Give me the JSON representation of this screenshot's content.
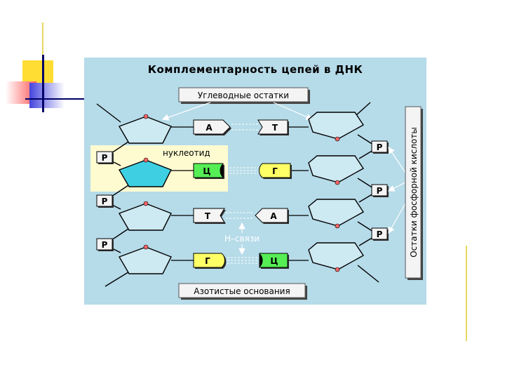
{
  "title": "Комплементарность цепей в ДНК",
  "labels": {
    "carbs": "Углеводные остатки",
    "nucleotide": "нуклеотид",
    "h_bonds": "Н–связи",
    "bases": "Азотистые основания",
    "phosphates": "Остатки фосфорной кислоты"
  },
  "left_bases": [
    "А",
    "Ц",
    "Т",
    "Г"
  ],
  "right_bases": [
    "Т",
    "Г",
    "А",
    "Ц"
  ],
  "left_phosphates": [
    "Р",
    "Р",
    "Р"
  ],
  "right_phosphates": [
    "Р",
    "Р",
    "Р"
  ],
  "colors": {
    "panel": "#b6dbe9",
    "sugar": "#cde9f2",
    "sugar_highlight": "#3ed0e2",
    "highlight_box": "#fffbd0",
    "base_yellow": "#ffff66",
    "base_green": "#55ee55",
    "base_white": "#f4f4f4"
  }
}
